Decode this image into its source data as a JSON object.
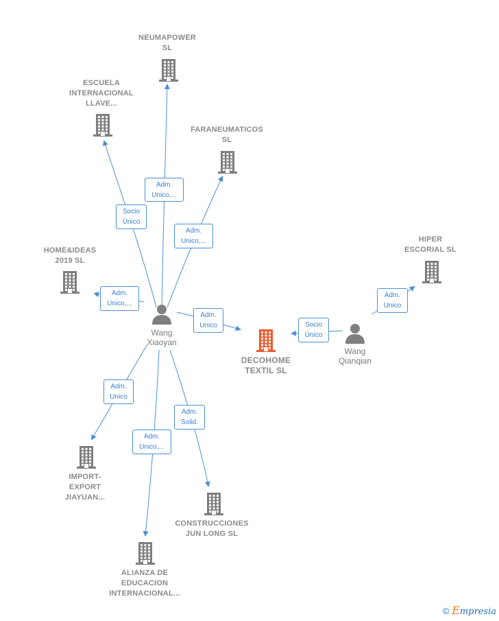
{
  "companies": {
    "neumapower": "NEUMAPOWER\nSL",
    "escuela": "ESCUELA\nINTERNACIONAL\nLLAVE...",
    "faraneumaticos": "FARANEUMATICOS\nSL",
    "homeideas": "HOME&IDEAS\n2019  SL",
    "hiper": "HIPER\nESCORIAL  SL",
    "decohome": "DECOHOME\nTEXTIL  SL",
    "importexport": "IMPORT-\nEXPORT\nJIAYUAN...",
    "construcciones": "CONSTRUCCIONES\nJUN LONG  SL",
    "alianza": "ALIANZA DE\nEDUCACION\nINTERNACIONAL..."
  },
  "persons": {
    "wang_xiaoyan": "Wang\nXiaoyan",
    "wang_qianqian": "Wang\nQianqian"
  },
  "edges": {
    "neumapower": "Adm.\nUnico,...",
    "escuela": "Socio\nÚnico",
    "faraneumaticos": "Adm.\nUnico,...",
    "homeideas": "Adm.\nUnico,...",
    "decohome_xiaoyan": "Adm.\nUnico",
    "decohome_qianqian": "Socio\nÚnico",
    "hiper": "Adm.\nUnico",
    "importexport": "Adm.\nUnico",
    "alianza": "Adm.\nUnico,...",
    "construcciones": "Adm.\nSolid."
  },
  "brand": {
    "symbol": "©",
    "initial": "E",
    "rest": "mpresia"
  },
  "colors": {
    "edge": "#4a8fd8",
    "building": "#7f7f7f",
    "building_main": "#f05a28",
    "person": "#7f7f7f"
  }
}
